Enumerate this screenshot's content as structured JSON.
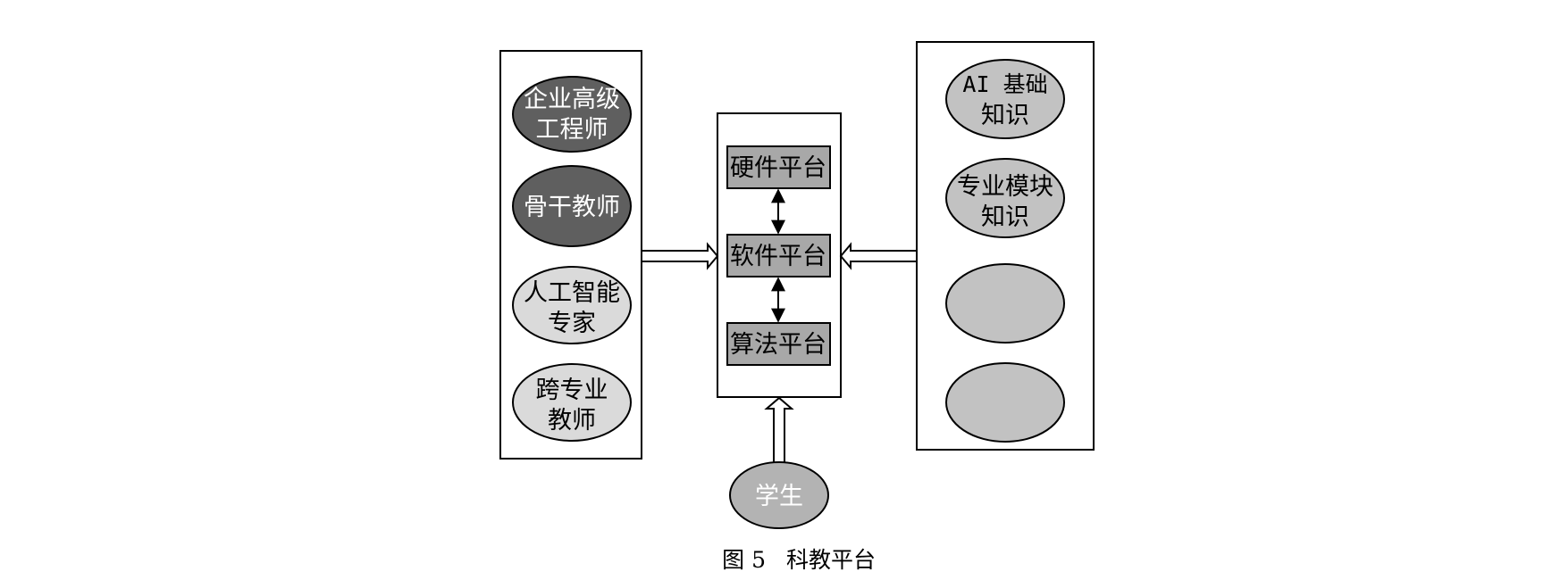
{
  "left_group": {
    "roles": [
      {
        "line1": "企业高级",
        "line2": "工程师",
        "fill": "#5f5f5f",
        "text_color": "#ffffff"
      },
      {
        "line1": "骨干教师",
        "line2": "",
        "fill": "#5f5f5f",
        "text_color": "#ffffff"
      },
      {
        "line1": "人工智能",
        "line2": "专家",
        "fill": "#dadada",
        "text_color": "#000000"
      },
      {
        "line1": "跨专业",
        "line2": "教师",
        "fill": "#dadada",
        "text_color": "#000000"
      }
    ]
  },
  "center_group": {
    "platforms": [
      {
        "label": "硬件平台"
      },
      {
        "label": "软件平台"
      },
      {
        "label": "算法平台"
      }
    ],
    "platform_fill": "#a8a8a8"
  },
  "right_group": {
    "knowledge": [
      {
        "line1": "AI 基础",
        "line2": "知识"
      },
      {
        "line1": "专业模块",
        "line2": "知识"
      },
      {
        "line1": "",
        "line2": ""
      },
      {
        "line1": "",
        "line2": ""
      }
    ],
    "fill": "#c2c2c2"
  },
  "student": {
    "label": "学生",
    "fill": "#b3b3b3",
    "text_color": "#ffffff"
  },
  "caption": {
    "figure_no": "图 5",
    "title": "科教平台"
  }
}
